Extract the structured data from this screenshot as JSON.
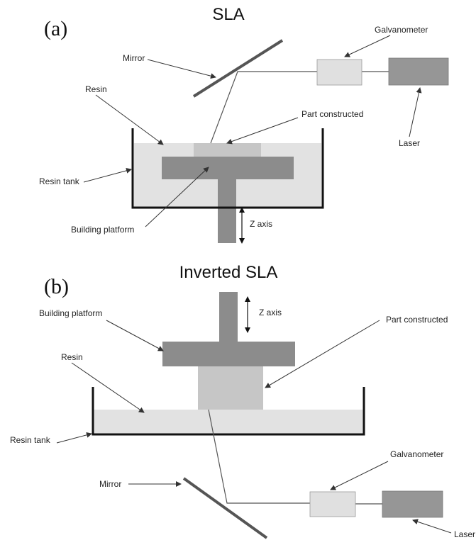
{
  "panel_a": {
    "letter": "(a)",
    "title": "SLA",
    "labels": {
      "mirror": "Mirror",
      "galvanometer": "Galvanometer",
      "resin": "Resin",
      "part_constructed": "Part constructed",
      "laser": "Laser",
      "resin_tank": "Resin tank",
      "building_platform": "Building platform",
      "z_axis": "Z axis"
    }
  },
  "panel_b": {
    "letter": "(b)",
    "title": "Inverted SLA",
    "labels": {
      "building_platform": "Building platform",
      "z_axis": "Z axis",
      "part_constructed": "Part constructed",
      "resin": "Resin",
      "resin_tank": "Resin tank",
      "galvanometer": "Galvanometer",
      "mirror": "Mirror",
      "laser": "Laser"
    }
  },
  "colors": {
    "resin": "#e2e2e2",
    "part": "#c6c6c6",
    "platform": "#8c8c8c",
    "galvanometer": "#e0e0e0",
    "laser": "#969696",
    "mirror": "#555555"
  }
}
